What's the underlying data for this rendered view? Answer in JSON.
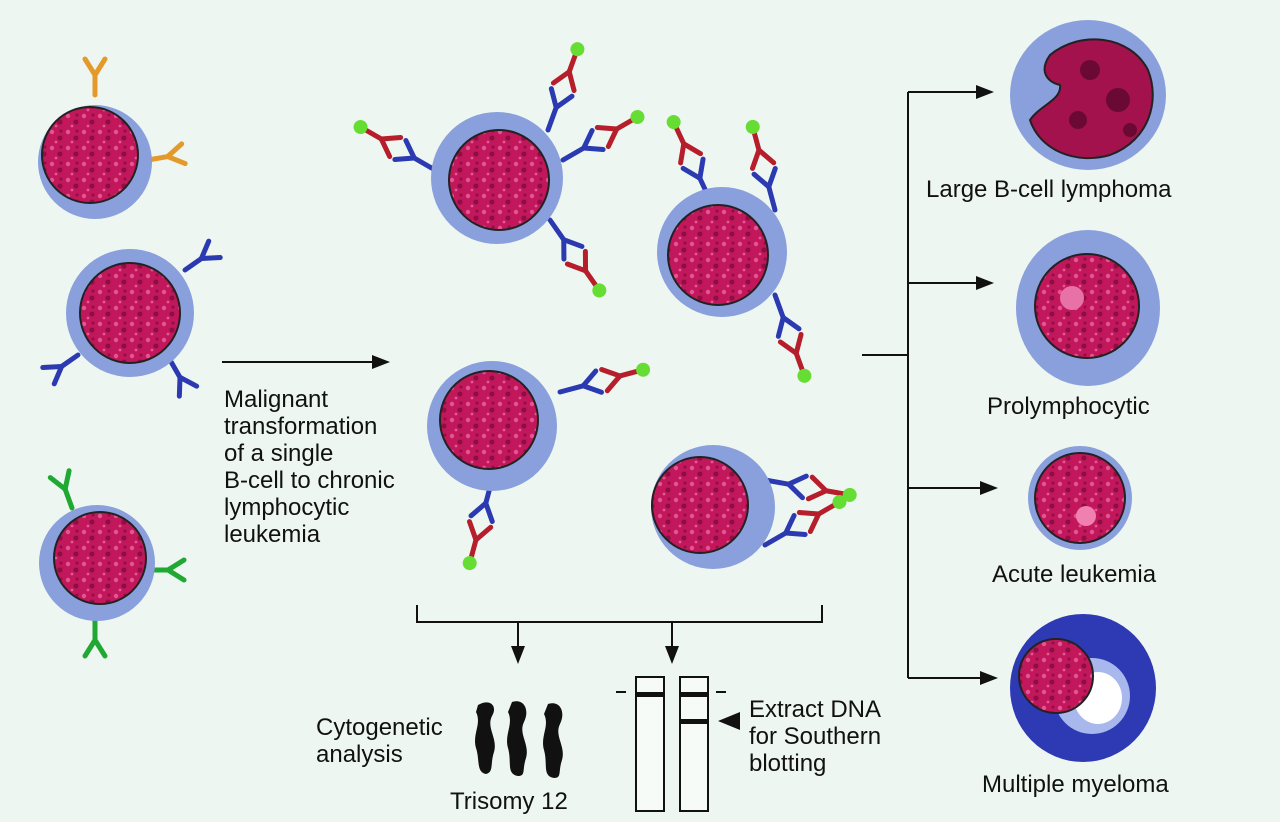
{
  "labels": {
    "transformation": "Malignant\ntransformation\nof a single\nB-cell to chronic\nlymphocytic\nleukemia",
    "cytogenetic": "Cytogenetic\nanalysis",
    "trisomy": "Trisomy 12",
    "southern": "Extract DNA\nfor Southern\nblotting",
    "lymphoma": "Large B-cell lymphoma",
    "prolymphocytic": "Prolymphocytic",
    "acute": "Acute leukemia",
    "myeloma": "Multiple myeloma"
  },
  "colors": {
    "background": "#eef6f2",
    "cytoplasm": "#8aa0dc",
    "nucleus": "#c2185b",
    "antibody_orange": "#e39a2a",
    "antibody_blue": "#2b3ab0",
    "antibody_green": "#1fa832",
    "antibody_red": "#b51e2a",
    "label_dot": "#66dd33",
    "myeloma_cytoplasm": "#2d3ab4"
  }
}
